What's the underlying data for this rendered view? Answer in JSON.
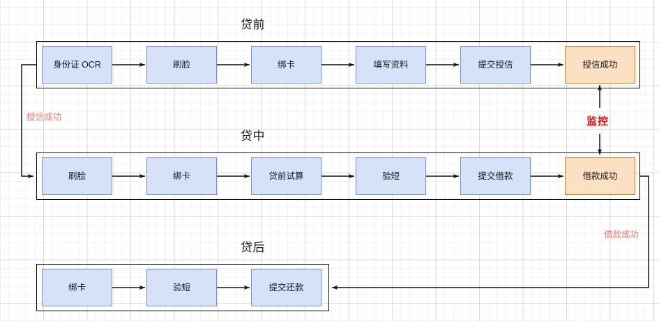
{
  "diagram": {
    "title_note": "Loan lifecycle flow",
    "colors": {
      "node_blue_fill": "#d5e2f7",
      "node_blue_stroke": "#7294c9",
      "node_orange_fill": "#fbe0c2",
      "node_orange_stroke": "#c8851d",
      "edge_stroke": "#111111",
      "label_red": "#fa7a72",
      "monitor_red": "#f50707",
      "container_stroke": "#0d0d0d",
      "grid_line": "#d9d9d9",
      "background": "#ffffff"
    },
    "stages": [
      {
        "id": "pre-loan",
        "title": "贷前",
        "nodes": [
          {
            "id": "id-ocr",
            "label": "身份证 OCR",
            "type": "blue"
          },
          {
            "id": "face-scan-pre",
            "label": "刷脸",
            "type": "blue"
          },
          {
            "id": "bind-card-pre",
            "label": "绑卡",
            "type": "blue"
          },
          {
            "id": "fill-info",
            "label": "填写资料",
            "type": "blue"
          },
          {
            "id": "submit-credit",
            "label": "提交授信",
            "type": "blue"
          },
          {
            "id": "credit-success",
            "label": "授信成功",
            "type": "orange"
          }
        ]
      },
      {
        "id": "in-loan",
        "title": "贷中",
        "nodes": [
          {
            "id": "face-scan-mid",
            "label": "刷脸",
            "type": "blue"
          },
          {
            "id": "bind-card-mid",
            "label": "绑卡",
            "type": "blue"
          },
          {
            "id": "pre-loan-calc",
            "label": "贷前试算",
            "type": "blue"
          },
          {
            "id": "verify-sms-mid",
            "label": "验短",
            "type": "blue"
          },
          {
            "id": "submit-loan",
            "label": "提交借款",
            "type": "blue"
          },
          {
            "id": "loan-success",
            "label": "借款成功",
            "type": "orange"
          }
        ]
      },
      {
        "id": "post-loan",
        "title": "贷后",
        "nodes": [
          {
            "id": "bind-card-post",
            "label": "绑卡",
            "type": "blue"
          },
          {
            "id": "verify-sms-post",
            "label": "验短",
            "type": "blue"
          },
          {
            "id": "submit-repay",
            "label": "提交还款",
            "type": "blue"
          }
        ]
      }
    ],
    "edge_labels": {
      "credit_success": "授信成功",
      "monitor": "监控",
      "loan_success": "借款成功"
    }
  }
}
